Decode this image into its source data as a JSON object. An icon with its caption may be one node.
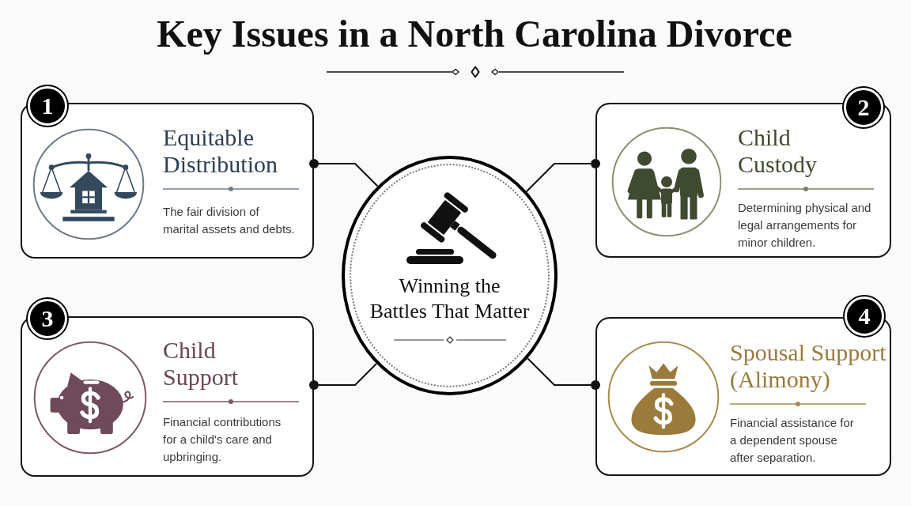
{
  "diagram": {
    "title": "Key Issues in a North Carolina Divorce",
    "nodes": [
      {
        "text": [
          "1"
        ]
      },
      {
        "text": [
          "Equitable Distribution",
          "The fair division of marital assets and debts."
        ]
      },
      {
        "text": [
          "2"
        ]
      },
      {
        "text": [
          "Child Custody",
          "Determining physical and legal arrangements for minor children."
        ]
      },
      {
        "text": [
          "Winning the Battles That Matter"
        ]
      },
      {
        "text": [
          "3"
        ]
      },
      {
        "text": [
          "Child Support",
          "Financial contributions for a child's care and upbringing."
        ]
      },
      {
        "text": [
          "4"
        ]
      },
      {
        "text": [
          "Spousal Support (Alimony)",
          "Financial assistance for a dependent spouse after separation."
        ]
      }
    ],
    "edges": [
      {
        "from": 4,
        "to": 1,
        "arrow": "other"
      },
      {
        "from": 4,
        "to": 3,
        "arrow": "other"
      },
      {
        "from": 4,
        "to": 6,
        "arrow": "other"
      },
      {
        "from": 4,
        "to": 8,
        "arrow": "other"
      }
    ]
  }
}
